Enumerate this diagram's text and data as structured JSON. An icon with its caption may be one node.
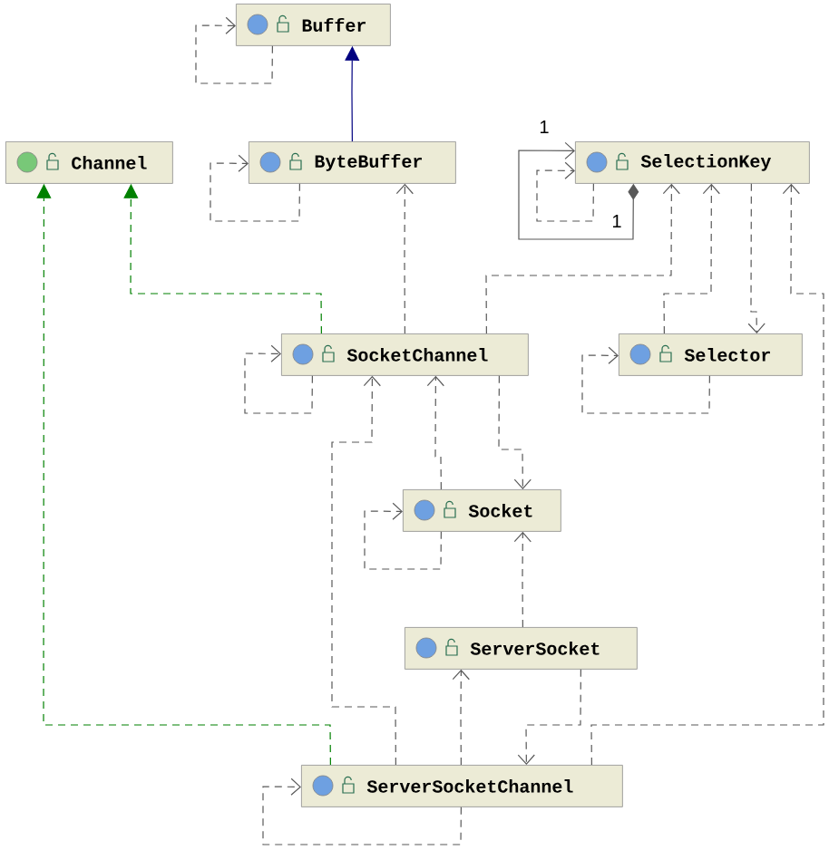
{
  "diagram": {
    "nodes": [
      {
        "text": [
          "Buffer"
        ]
      },
      {
        "text": [
          "Channel"
        ]
      },
      {
        "text": [
          "ByteBuffer"
        ]
      },
      {
        "text": [
          "SelectionKey"
        ]
      },
      {
        "text": [
          "SocketChannel"
        ]
      },
      {
        "text": [
          "Selector"
        ]
      },
      {
        "text": [
          "Socket"
        ]
      },
      {
        "text": [
          "ServerSocket"
        ]
      },
      {
        "text": [
          "ServerSocketChannel"
        ]
      }
    ],
    "edges": [
      {
        "from": 0,
        "to": 0,
        "arrow": "to",
        "style": "dashed"
      },
      {
        "from": 2,
        "to": 2,
        "arrow": "to",
        "style": "dashed"
      },
      {
        "from": 3,
        "to": 3,
        "arrow": "to",
        "style": "dashed"
      },
      {
        "from": 3,
        "to": 3,
        "arrow": "to",
        "label": "1"
      },
      {
        "from": 4,
        "to": 4,
        "arrow": "to",
        "style": "dashed"
      },
      {
        "from": 5,
        "to": 5,
        "arrow": "to",
        "style": "dashed"
      },
      {
        "from": 6,
        "to": 6,
        "arrow": "to",
        "style": "dashed"
      },
      {
        "from": 8,
        "to": 8,
        "arrow": "to",
        "style": "dashed"
      },
      {
        "from": 2,
        "to": 0,
        "arrow": "to",
        "color": "#000080"
      },
      {
        "from": 4,
        "to": 1,
        "arrow": "to",
        "style": "dashed",
        "color": "#008000"
      },
      {
        "from": 8,
        "to": 1,
        "arrow": "to",
        "style": "dashed",
        "color": "#008000"
      },
      {
        "from": 4,
        "to": 2,
        "arrow": "to",
        "style": "dashed"
      },
      {
        "from": 4,
        "to": 3,
        "arrow": "to",
        "style": "dashed"
      },
      {
        "from": 5,
        "to": 3,
        "arrow": "to",
        "style": "dashed"
      },
      {
        "from": 3,
        "to": 5,
        "arrow": "to",
        "style": "dashed"
      },
      {
        "from": 8,
        "to": 3,
        "arrow": "to",
        "style": "dashed"
      },
      {
        "from": 4,
        "to": 6,
        "arrow": "to",
        "style": "dashed"
      },
      {
        "from": 6,
        "to": 4,
        "arrow": "to",
        "style": "dashed"
      },
      {
        "from": 8,
        "to": 4,
        "arrow": "to",
        "style": "dashed"
      },
      {
        "from": 7,
        "to": 6,
        "arrow": "to",
        "style": "dashed"
      },
      {
        "from": 8,
        "to": 7,
        "arrow": "to",
        "style": "dashed"
      },
      {
        "from": 7,
        "to": 8,
        "arrow": "to",
        "style": "dashed"
      }
    ],
    "labels": [
      "1"
    ]
  }
}
